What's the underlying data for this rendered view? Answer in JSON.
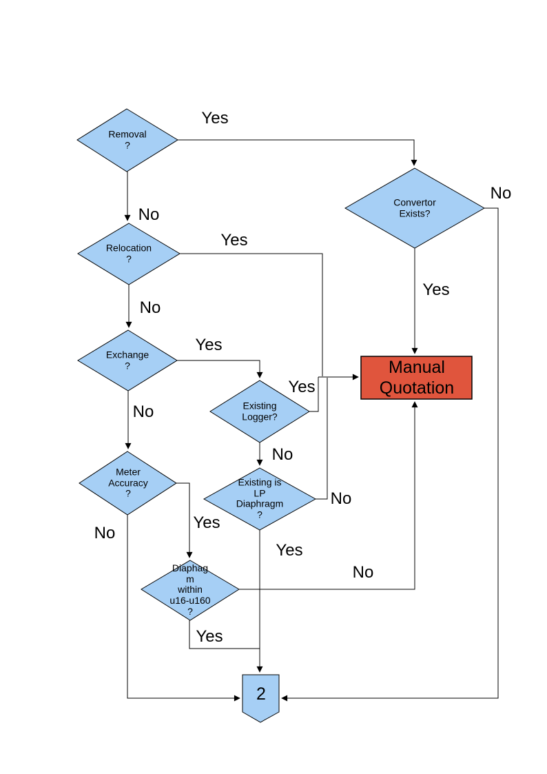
{
  "diagram": {
    "type": "flowchart",
    "colors": {
      "background": "#FFFFFF",
      "decision_fill": "#A6CFF5",
      "decision_border": "#000000",
      "process_fill": "#E0553D",
      "process_border": "#000000",
      "connector_fill": "#A6CFF5",
      "line": "#000000",
      "text": "#000000"
    },
    "nodes": [
      {
        "id": "removal",
        "shape": "decision",
        "label": "Removal\n?"
      },
      {
        "id": "convertor-exists",
        "shape": "decision",
        "label": "Convertor\nExists?"
      },
      {
        "id": "relocation",
        "shape": "decision",
        "label": "Relocation\n?"
      },
      {
        "id": "exchange",
        "shape": "decision",
        "label": "Exchange\n?"
      },
      {
        "id": "existing-logger",
        "shape": "decision",
        "label": "Existing\nLogger?"
      },
      {
        "id": "manual-quotation",
        "shape": "process",
        "label": "Manual\nQuotation"
      },
      {
        "id": "meter-accuracy",
        "shape": "decision",
        "label": "Meter\nAccuracy\n?"
      },
      {
        "id": "existing-lp-diaphragm",
        "shape": "decision",
        "label": "Existing is\nLP\nDiaphragm\n?"
      },
      {
        "id": "diaphragm-within-range",
        "shape": "decision",
        "label": "Diaphag\nm\nwithin\nu16-u160\n?"
      },
      {
        "id": "off-page-connector",
        "shape": "off-page-connector",
        "label": "2"
      }
    ],
    "edge_labels": [
      {
        "id": "removal-yes",
        "text": "Yes"
      },
      {
        "id": "removal-no",
        "text": "No"
      },
      {
        "id": "relocation-yes",
        "text": "Yes"
      },
      {
        "id": "relocation-no",
        "text": "No"
      },
      {
        "id": "exchange-yes",
        "text": "Yes"
      },
      {
        "id": "exchange-no",
        "text": "No"
      },
      {
        "id": "existing-logger-yes",
        "text": "Yes"
      },
      {
        "id": "existing-logger-no",
        "text": "No"
      },
      {
        "id": "convertor-yes",
        "text": "Yes"
      },
      {
        "id": "convertor-no",
        "text": "No"
      },
      {
        "id": "lp-diaphragm-no",
        "text": "No"
      },
      {
        "id": "lp-diaphragm-yes",
        "text": "Yes"
      },
      {
        "id": "meter-accuracy-yes",
        "text": "Yes"
      },
      {
        "id": "meter-accuracy-no",
        "text": "No"
      },
      {
        "id": "diaphragm-yes",
        "text": "Yes"
      },
      {
        "id": "diaphragm-no",
        "text": "No"
      }
    ]
  }
}
